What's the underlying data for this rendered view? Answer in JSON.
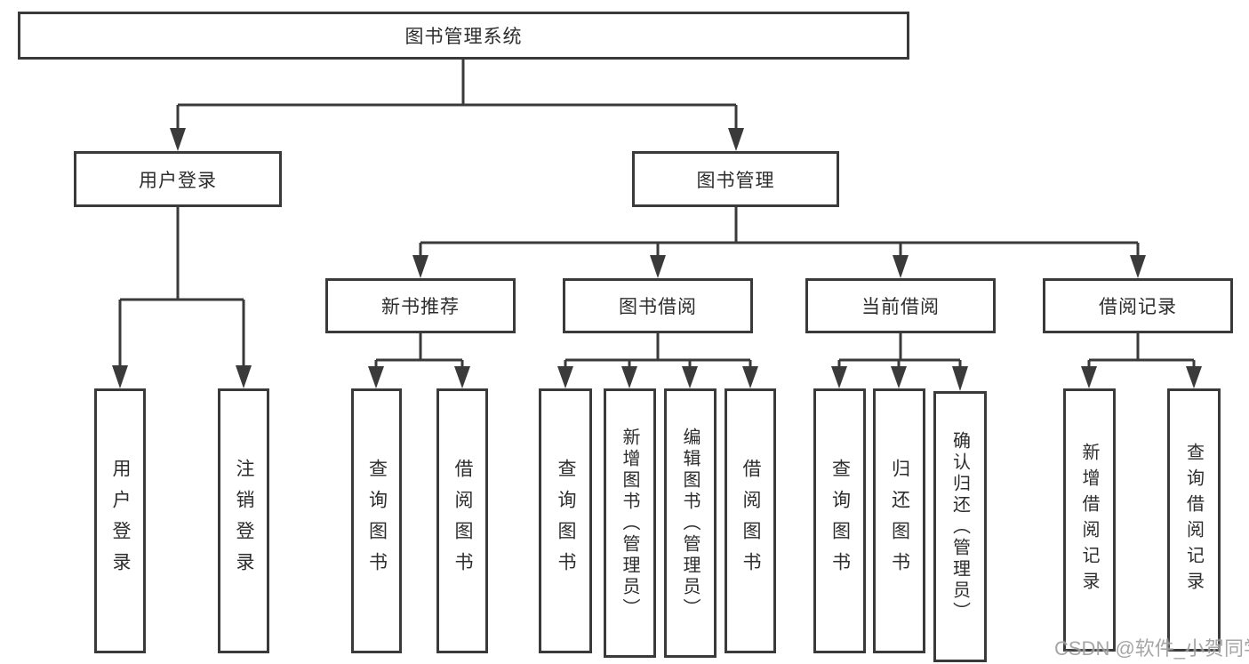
{
  "tree": {
    "root": {
      "label": "图书管理系统",
      "children": [
        {
          "label": "用户登录",
          "children": [
            {
              "label": "用户登录"
            },
            {
              "label": "注销登录"
            }
          ]
        },
        {
          "label": "图书管理",
          "children": [
            {
              "label": "新书推荐",
              "children": [
                {
                  "label": "查询图书"
                },
                {
                  "label": "借阅图书"
                }
              ]
            },
            {
              "label": "图书借阅",
              "children": [
                {
                  "label": "查询图书"
                },
                {
                  "label": "新增图书（管理员）"
                },
                {
                  "label": "编辑图书（管理员）"
                },
                {
                  "label": "借阅图书"
                }
              ]
            },
            {
              "label": "当前借阅",
              "children": [
                {
                  "label": "查询图书"
                },
                {
                  "label": "归还图书"
                },
                {
                  "label": "确认归还（管理员）"
                }
              ]
            },
            {
              "label": "借阅记录",
              "children": [
                {
                  "label": "新增借阅记录"
                },
                {
                  "label": "查询借阅记录"
                }
              ]
            }
          ]
        }
      ]
    }
  },
  "watermark": {
    "text": "CSDN @软件_小贺同学"
  },
  "colors": {
    "line": "#3a3a3a",
    "text": "#2d2d2d",
    "watermark": "#969696"
  }
}
